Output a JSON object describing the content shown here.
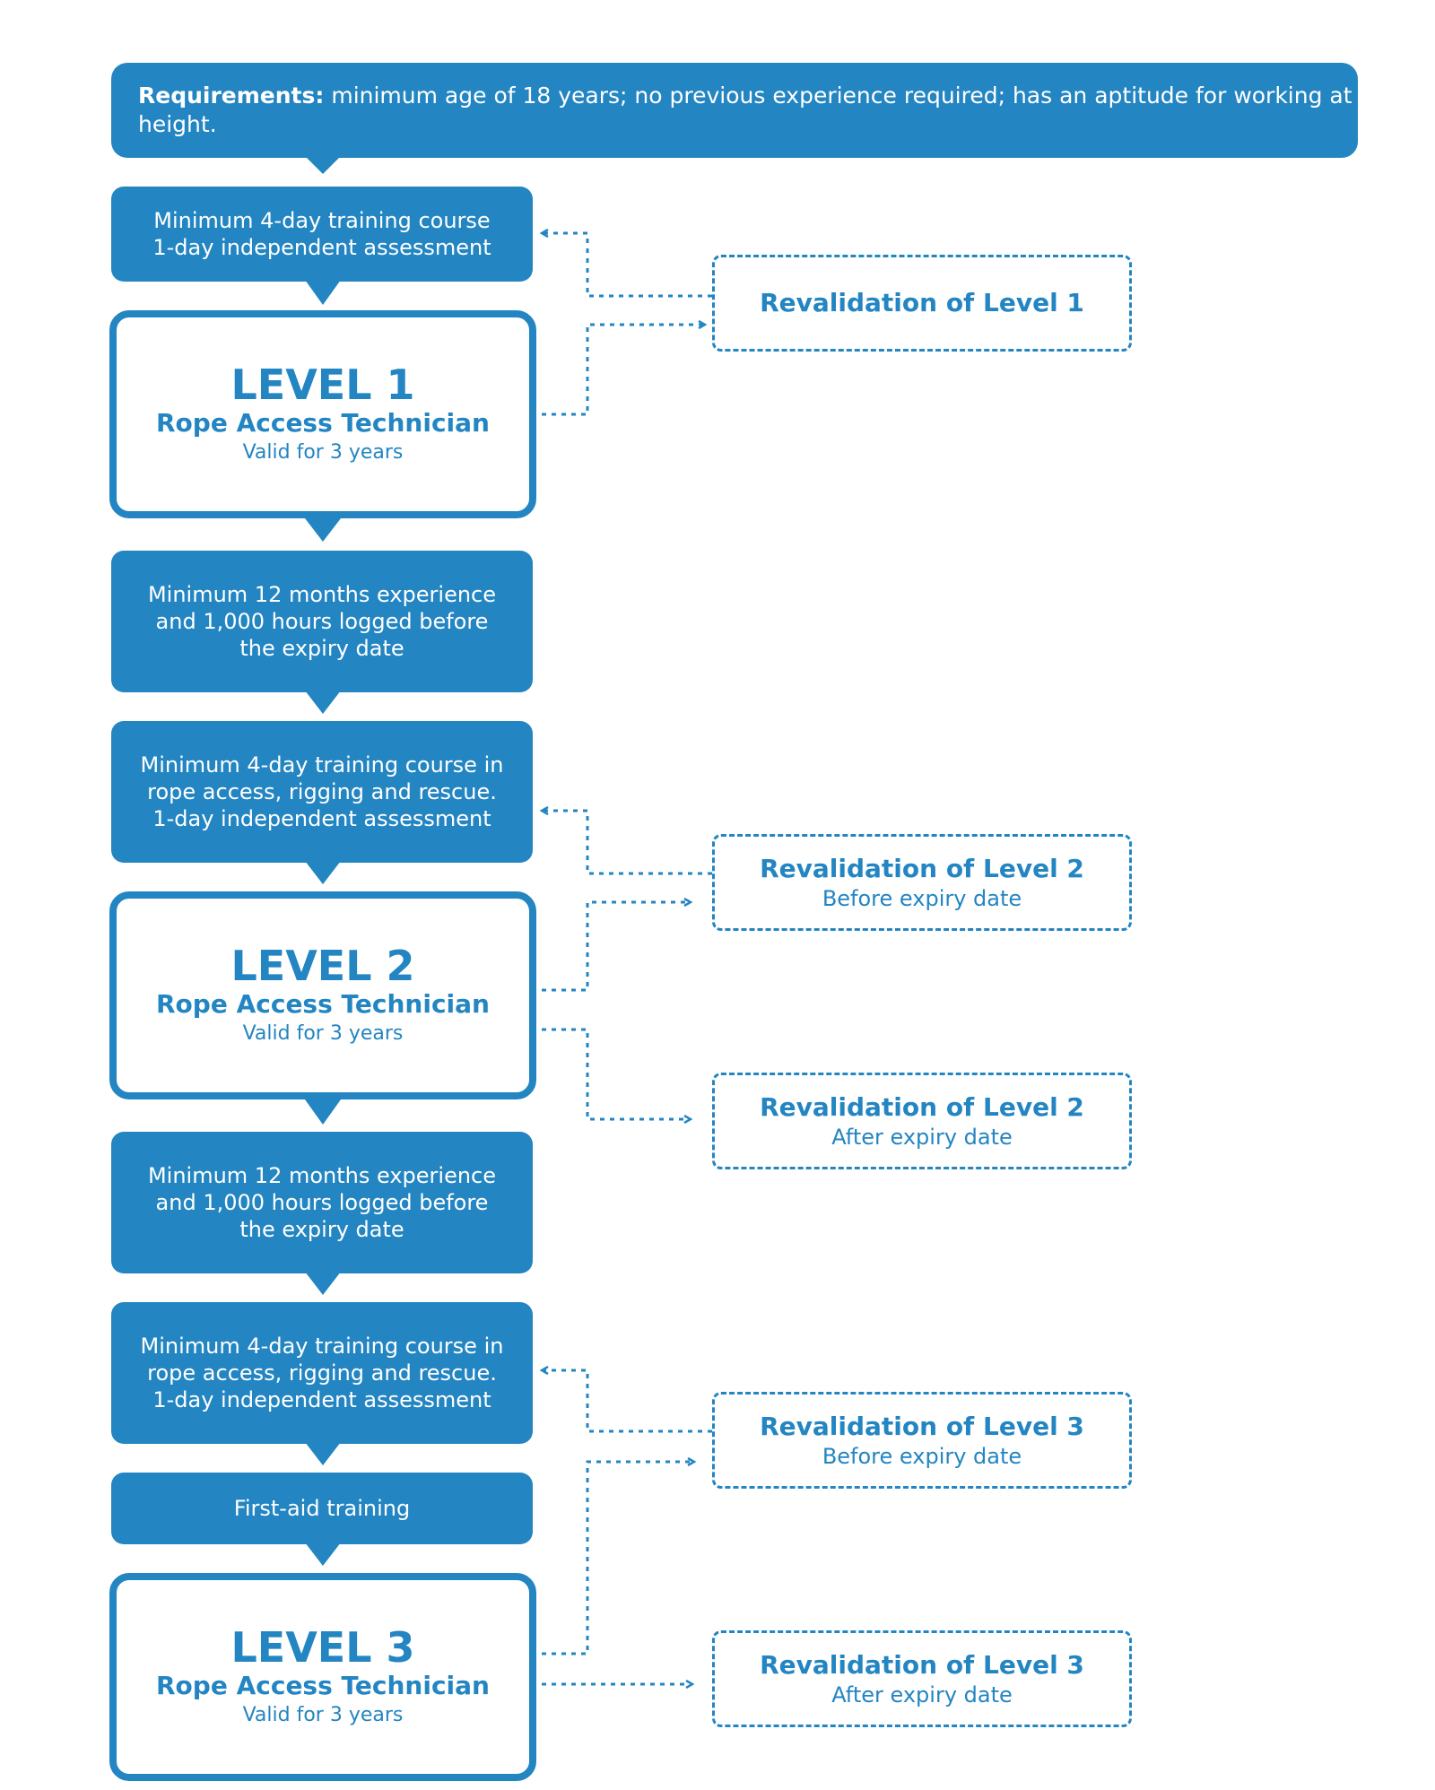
{
  "colors": {
    "primary": "#2385c2",
    "white": "#ffffff"
  },
  "requirements": {
    "label": "Requirements:",
    "text": "minimum age of 18 years; no previous experience required; has an aptitude for working at height."
  },
  "steps": [
    {
      "lines": [
        "Minimum 4-day training course",
        "1-day independent assessment"
      ]
    },
    {
      "lines": [
        "Minimum 12 months experience",
        "and 1,000 hours logged before",
        "the expiry date"
      ]
    },
    {
      "lines": [
        "Minimum 4-day training course in",
        "rope access, rigging and rescue.",
        "1-day independent assessment"
      ]
    },
    {
      "lines": [
        "Minimum 12 months experience",
        "and 1,000 hours logged before",
        "the expiry date"
      ]
    },
    {
      "lines": [
        "Minimum 4-day training course in",
        "rope access, rigging and rescue.",
        "1-day independent assessment"
      ]
    },
    {
      "lines": [
        "First-aid training"
      ]
    }
  ],
  "levels": [
    {
      "title": "LEVEL 1",
      "subtitle": "Rope Access Technician",
      "validity": "Valid for 3 years"
    },
    {
      "title": "LEVEL 2",
      "subtitle": "Rope Access Technician",
      "validity": "Valid for 3 years"
    },
    {
      "title": "LEVEL 3",
      "subtitle": "Rope Access Technician",
      "validity": "Valid for 3 years"
    }
  ],
  "revalidations": [
    {
      "title": "Revalidation of Level 1",
      "subtitle": ""
    },
    {
      "title": "Revalidation of Level 2",
      "subtitle": "Before expiry date"
    },
    {
      "title": "Revalidation of Level 2",
      "subtitle": "After expiry date"
    },
    {
      "title": "Revalidation of Level 3",
      "subtitle": "Before expiry date"
    },
    {
      "title": "Revalidation of Level 3",
      "subtitle": "After expiry date"
    }
  ]
}
